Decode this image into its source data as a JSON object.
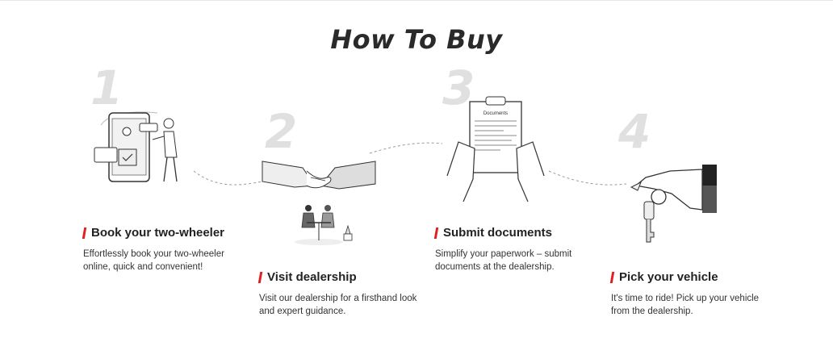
{
  "heading": "How To Buy",
  "steps": [
    {
      "number": "1",
      "title": "Book your two-wheeler",
      "description": "Effortlessly book your two-wheeler online, quick and convenient!"
    },
    {
      "number": "2",
      "title": "Visit dealership",
      "description": "Visit our dealership for a firsthand look and expert guidance."
    },
    {
      "number": "3",
      "title": "Submit documents",
      "description": "Simplify your paperwork – submit documents at the dealership.",
      "doc_label": "Documents"
    },
    {
      "number": "4",
      "title": "Pick your vehicle",
      "description": "It's time to ride! Pick up your vehicle from the dealership."
    }
  ],
  "accent_color": "#e02020",
  "icons": [
    "phone-booking-illustration",
    "handshake-illustration",
    "documents-clipboard-illustration",
    "key-handover-illustration"
  ]
}
